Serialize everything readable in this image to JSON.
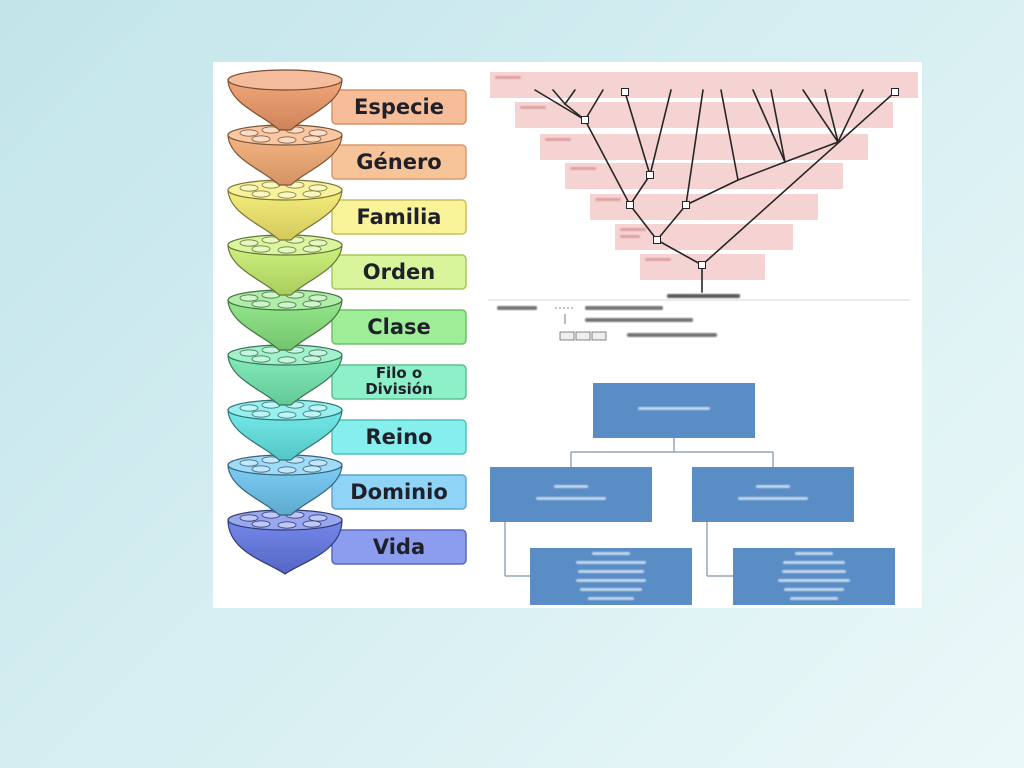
{
  "slide": {
    "background_start": "#c2e5ea",
    "background_end": "#ebf8f9",
    "panel_color": "#ffffff"
  },
  "taxonomy": {
    "text_color": "#20202a",
    "levels": [
      {
        "label_lines": [
          "Especie"
        ],
        "cone_color": "#f09a68",
        "label_fill": "#f6bd98",
        "label_stroke": "#d8926a"
      },
      {
        "label_lines": [
          "Género"
        ],
        "cone_color": "#f5ab72",
        "label_fill": "#f7c49a",
        "label_stroke": "#d89a70"
      },
      {
        "label_lines": [
          "Familia"
        ],
        "cone_color": "#f4ea6a",
        "label_fill": "#f9f39a",
        "label_stroke": "#c9bf5a"
      },
      {
        "label_lines": [
          "Orden"
        ],
        "cone_color": "#c6ee6c",
        "label_fill": "#d8f59c",
        "label_stroke": "#a6c85a"
      },
      {
        "label_lines": [
          "Clase"
        ],
        "cone_color": "#86e47e",
        "label_fill": "#9eee98",
        "label_stroke": "#6fc06a"
      },
      {
        "label_lines": [
          "Filo o",
          "División"
        ],
        "cone_color": "#72e8b0",
        "label_fill": "#8ef0c8",
        "label_stroke": "#5cc096"
      },
      {
        "label_lines": [
          "Reino"
        ],
        "cone_color": "#62e6e6",
        "label_fill": "#86efee",
        "label_stroke": "#52c0c0"
      },
      {
        "label_lines": [
          "Dominio"
        ],
        "cone_color": "#6cc6f2",
        "label_fill": "#8fd4f6",
        "label_stroke": "#5aa6d0"
      },
      {
        "label_lines": [
          "Vida"
        ],
        "cone_color": "#6278e6",
        "label_fill": "#8c9cee",
        "label_stroke": "#5868c0"
      }
    ]
  },
  "phylogeny": {
    "band_color": "#f6d3d3",
    "band_label_color": "#d79494",
    "branch_color": "#262626",
    "text_color": "#555555"
  },
  "org_chart": {
    "box_color": "#5a8dc6",
    "box_text_color": "#dce9f7",
    "connector_color": "#97a6b6"
  }
}
